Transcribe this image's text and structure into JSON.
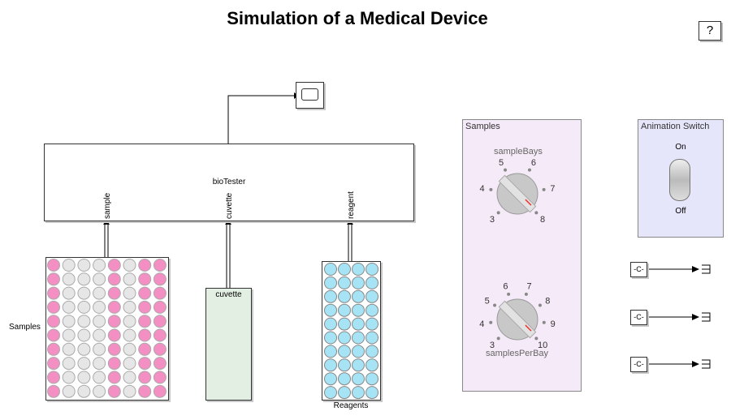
{
  "title": "Simulation of a Medical Device",
  "help_label": "?",
  "bioTester": {
    "name": "bioTester",
    "ports": [
      "sample",
      "cuvette",
      "reagent"
    ]
  },
  "samples_block": {
    "label": "Samples",
    "columns": 8,
    "rows": 10,
    "filled_columns": [
      0,
      4,
      6,
      7
    ],
    "filled_color": "#f48fc4",
    "empty_color": "#e6e6e6"
  },
  "cuvette_block": {
    "label": "cuvette",
    "color": "#e2efe2"
  },
  "reagents_block": {
    "label": "Reagents",
    "columns": 4,
    "rows": 10,
    "color": "#a6e3f5"
  },
  "samples_panel": {
    "title": "Samples",
    "knob1": {
      "label": "sampleBays",
      "ticks": [
        "3",
        "4",
        "5",
        "6",
        "7",
        "8"
      ],
      "value": 8
    },
    "knob2": {
      "label": "samplesPerBay",
      "ticks": [
        "3",
        "4",
        "5",
        "6",
        "7",
        "8",
        "9",
        "10"
      ],
      "value": 10
    }
  },
  "animation_panel": {
    "title": "Animation Switch",
    "on_label": "On",
    "off_label": "Off"
  },
  "constants": [
    {
      "label": "-C-"
    },
    {
      "label": "-C-"
    },
    {
      "label": "-C-"
    }
  ]
}
